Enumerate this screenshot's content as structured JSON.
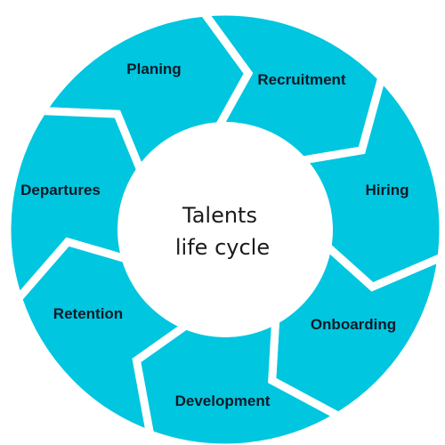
{
  "center": {
    "line1": "Talents",
    "line2": "life cycle"
  },
  "stages": [
    {
      "label": "Planing",
      "color": "#00c6e0"
    },
    {
      "label": "Recruitment",
      "color": "#00c6e0"
    },
    {
      "label": "Hiring",
      "color": "#00c6e0"
    },
    {
      "label": "Onboarding",
      "color": "#00c6e0"
    },
    {
      "label": "Development",
      "color": "#00c6e0"
    },
    {
      "label": "Retention",
      "color": "#00c6e0"
    },
    {
      "label": "Departures",
      "color": "#00c6e0"
    }
  ],
  "colors": {
    "segment": "#00c6e0",
    "gap": "#ffffff",
    "center_fill": "#ffffff"
  }
}
